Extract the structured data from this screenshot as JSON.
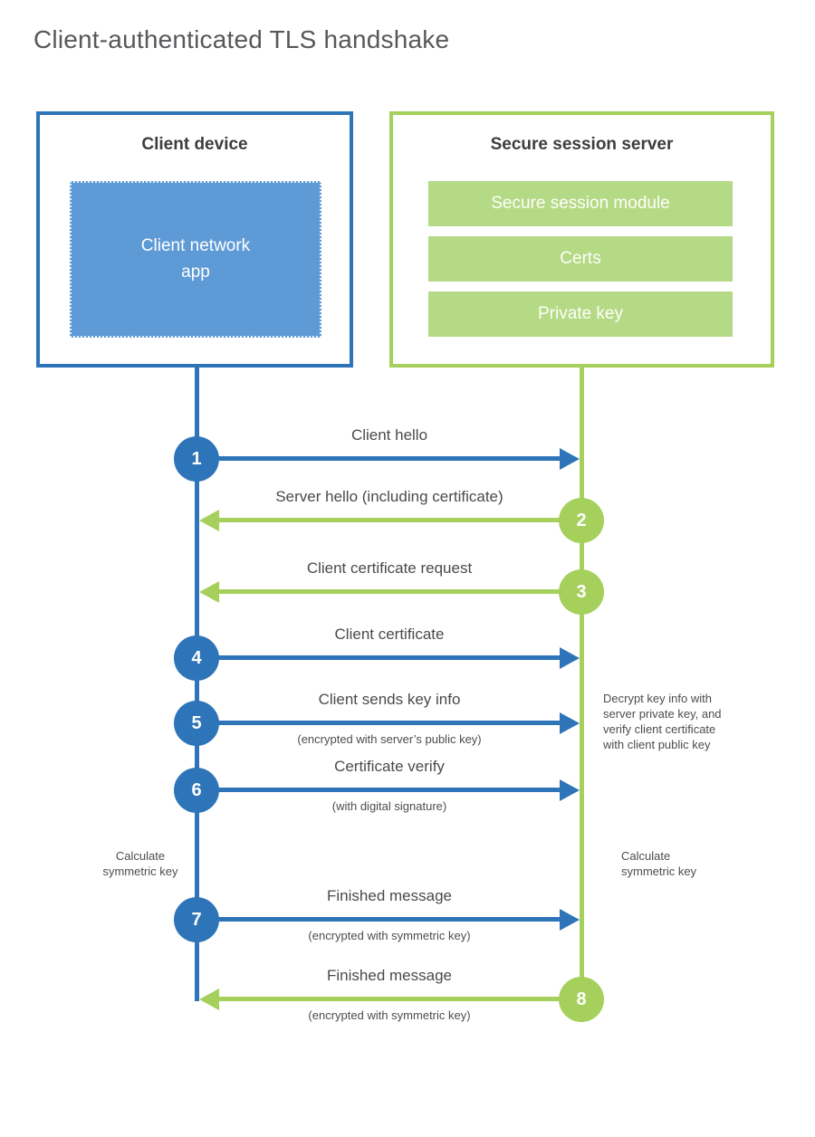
{
  "title": "Client-authenticated TLS handshake",
  "colors": {
    "blue": "#2e74b8",
    "blue_fill": "#5e9bd6",
    "green": "#a5d05b",
    "green_fill": "#b5da85",
    "text_gray": "#4a4a4b"
  },
  "client_box": {
    "title": "Client device",
    "app_label": "Client network\napp"
  },
  "server_box": {
    "title": "Secure session server",
    "modules": [
      "Secure session module",
      "Certs",
      "Private key"
    ]
  },
  "steps": [
    {
      "num": "1",
      "direction": "right",
      "label": "Client hello",
      "sub": ""
    },
    {
      "num": "2",
      "direction": "left",
      "label": "Server hello (including certificate)",
      "sub": ""
    },
    {
      "num": "3",
      "direction": "left",
      "label": "Client certificate request",
      "sub": ""
    },
    {
      "num": "4",
      "direction": "right",
      "label": "Client certificate",
      "sub": ""
    },
    {
      "num": "5",
      "direction": "right",
      "label": "Client sends key info",
      "sub": "(encrypted with server’s public key)"
    },
    {
      "num": "6",
      "direction": "right",
      "label": "Certificate verify",
      "sub": "(with digital signature)"
    },
    {
      "num": "7",
      "direction": "right",
      "label": "Finished message",
      "sub": "(encrypted with symmetric key)"
    },
    {
      "num": "8",
      "direction": "left",
      "label": "Finished message",
      "sub": "(encrypted with symmetric key)"
    }
  ],
  "annotations": {
    "decrypt_note": "Decrypt key info with\nserver private key, and\nverify client certificate\nwith client public key",
    "calc_left": "Calculate\nsymmetric key",
    "calc_right": "Calculate\nsymmetric key"
  }
}
